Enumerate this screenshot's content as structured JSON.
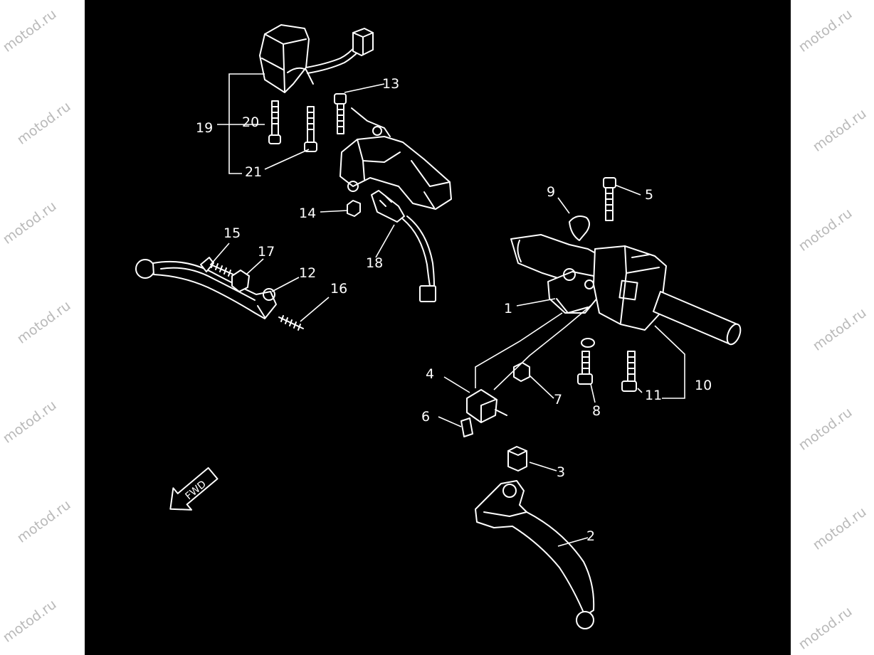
{
  "watermark": {
    "text": "motod.ru"
  },
  "diagram": {
    "callouts": {
      "c1": "1",
      "c2": "2",
      "c3": "3",
      "c4": "4",
      "c5": "5",
      "c6": "6",
      "c7": "7",
      "c8": "8",
      "c9": "9",
      "c10": "10",
      "c11": "11",
      "c12": "12",
      "c13": "13",
      "c14": "14",
      "c15": "15",
      "c16": "16",
      "c17": "17",
      "c18": "18",
      "c19": "19",
      "c20": "20",
      "c21": "21"
    },
    "direction_marker": "FWD"
  },
  "colors": {
    "background": "#000000",
    "lineart": "#ffffff",
    "margin": "#ffffff",
    "watermark": "#b9b9b9"
  }
}
